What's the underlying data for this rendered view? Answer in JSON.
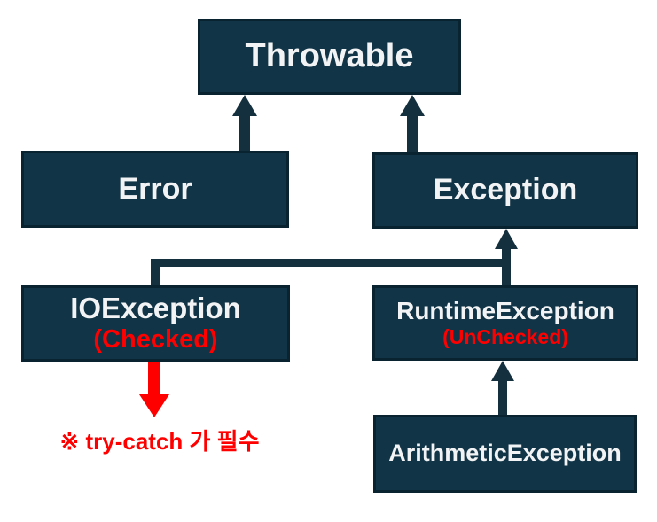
{
  "diagram": {
    "type": "class-hierarchy",
    "nodes": {
      "throwable": {
        "label": "Throwable"
      },
      "error": {
        "label": "Error"
      },
      "exception": {
        "label": "Exception"
      },
      "io_exception": {
        "label": "IOException",
        "sublabel": "(Checked)"
      },
      "runtime_exception": {
        "label": "RuntimeException",
        "sublabel": "(UnChecked)"
      },
      "arithmetic_exception": {
        "label": "ArithmeticException"
      }
    },
    "edges": [
      {
        "from": "error",
        "to": "throwable",
        "style": "solid-arrow-up"
      },
      {
        "from": "exception",
        "to": "throwable",
        "style": "solid-arrow-up"
      },
      {
        "from": "io_exception",
        "to": "exception",
        "style": "elbow-connector"
      },
      {
        "from": "runtime_exception",
        "to": "exception",
        "style": "solid-arrow-up"
      },
      {
        "from": "arithmetic_exception",
        "to": "runtime_exception",
        "style": "solid-arrow-up"
      },
      {
        "from": "io_exception",
        "to": "annotation",
        "style": "red-arrow-down"
      }
    ],
    "annotation": {
      "text": "※ try-catch 가 필수"
    },
    "colors": {
      "box_fill": "#113446",
      "box_border": "#0a2331",
      "arrow": "#14303e",
      "label_text": "#f2f3f4",
      "highlight": "#fe0000",
      "background": "#ffffff"
    }
  }
}
